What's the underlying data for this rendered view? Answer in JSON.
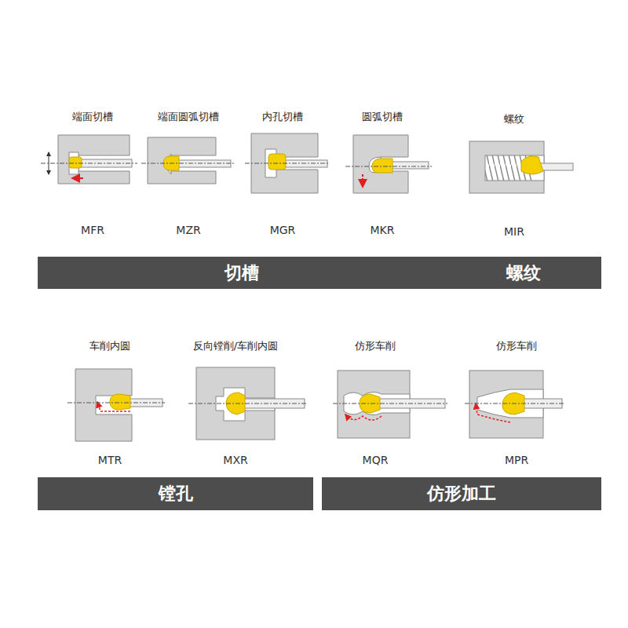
{
  "diagram": {
    "nodes": [
      {
        "text": [
          "切槽"
        ]
      },
      {
        "text": [
          "螺纹"
        ]
      },
      {
        "text": [
          "镗孔"
        ]
      },
      {
        "text": [
          "仿形加工"
        ]
      }
    ],
    "labels": [
      "端面切槽",
      "MFR",
      "端面圆弧切槽",
      "MZR",
      "内孔切槽",
      "MGR",
      "圆弧切槽",
      "MKR",
      "螺纹",
      "MIR",
      "车削内圆",
      "MTR",
      "反向镗削/车削内圆",
      "MXR",
      "仿形车削",
      "MQR",
      "仿形车削",
      "MPR"
    ]
  }
}
